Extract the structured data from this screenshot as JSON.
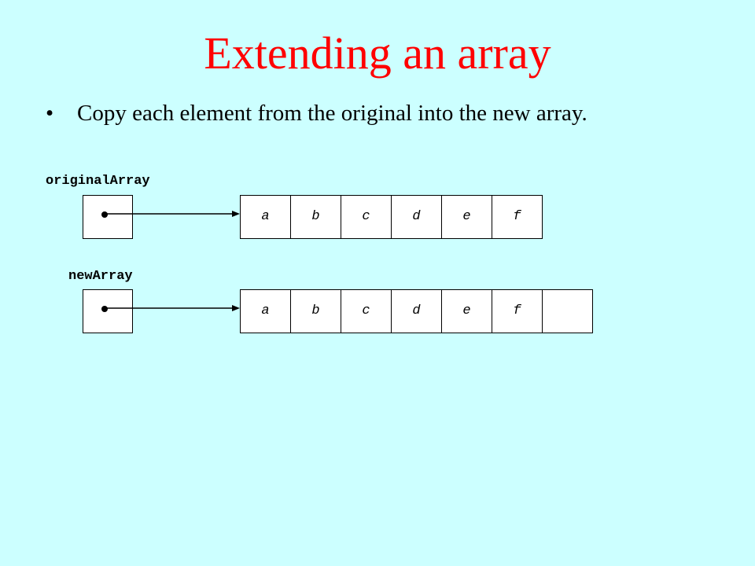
{
  "slide": {
    "title": "Extending an array",
    "bullet_symbol": "•",
    "bullet_text": "Copy each element from the original into the new array."
  },
  "diagram": {
    "original": {
      "label": "originalArray",
      "cells": [
        "a",
        "b",
        "c",
        "d",
        "e",
        "f"
      ]
    },
    "new": {
      "label": "newArray",
      "cells": [
        "a",
        "b",
        "c",
        "d",
        "e",
        "f",
        ""
      ]
    }
  },
  "colors": {
    "background": "#ccffff",
    "title": "#ff0000",
    "ink": "#000000"
  }
}
